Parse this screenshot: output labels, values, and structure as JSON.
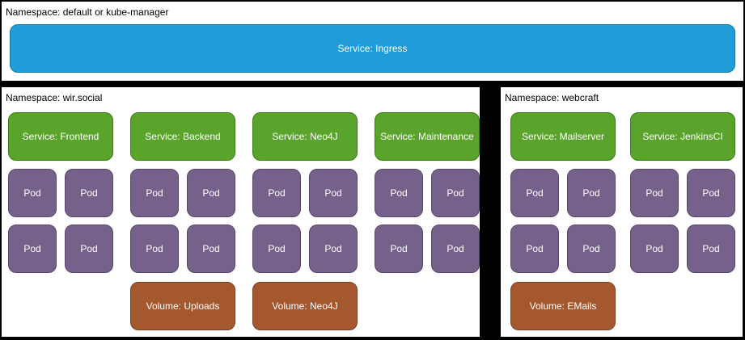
{
  "colors": {
    "background": "#000000",
    "panel": "#ffffff",
    "label_text": "#000000",
    "node_text": "#ffffff",
    "ingress_fill": "#209cd9",
    "ingress_stroke": "#1478a8",
    "service_fill": "#5aa42c",
    "service_stroke": "#3e7a18",
    "pod_fill": "#75618a",
    "pod_stroke": "#564569",
    "volume_fill": "#a5572e",
    "volume_stroke": "#7a3f20"
  },
  "namespaces": [
    {
      "label": "Namespace: default or kube-manager",
      "ingress": "Service: Ingress"
    },
    {
      "label": "Namespace: wir.social",
      "groups": [
        {
          "service": "Service: Frontend",
          "pods": [
            "Pod",
            "Pod",
            "Pod",
            "Pod"
          ]
        },
        {
          "service": "Service: Backend",
          "pods": [
            "Pod",
            "Pod",
            "Pod",
            "Pod"
          ],
          "volume": "Volume: Uploads"
        },
        {
          "service": "Service: Neo4J",
          "pods": [
            "Pod",
            "Pod",
            "Pod",
            "Pod"
          ],
          "volume": "Volume: Neo4J"
        },
        {
          "service": "Service: Maintenance",
          "pods": [
            "Pod",
            "Pod",
            "Pod",
            "Pod"
          ]
        }
      ]
    },
    {
      "label": "Namespace: webcraft",
      "groups": [
        {
          "service": "Service: Mailserver",
          "pods": [
            "Pod",
            "Pod",
            "Pod",
            "Pod"
          ],
          "volume": "Volume: EMails"
        },
        {
          "service": "Service: JenkinsCI",
          "pods": [
            "Pod",
            "Pod",
            "Pod",
            "Pod"
          ]
        }
      ]
    }
  ]
}
